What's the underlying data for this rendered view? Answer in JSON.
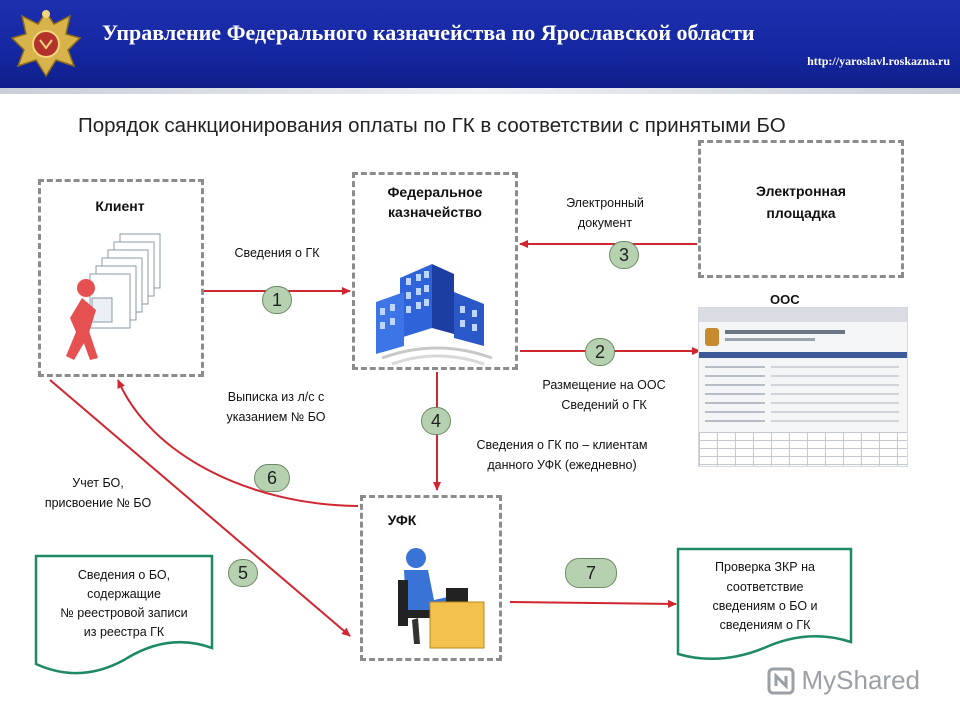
{
  "header": {
    "title": "Управление Федерального казначейства по Ярославской области",
    "url": "http://yaroslavl.roskazna.ru"
  },
  "page_title": "Порядок санкционирования оплаты по ГК в соответствии с принятыми БО",
  "nodes": {
    "client": "Клиент",
    "treasury_line1": "Федеральное",
    "treasury_line2": "казначейство",
    "platform_line1": "Электронная",
    "platform_line2": "площадка",
    "ooc": "ООС",
    "ufk": "УФК"
  },
  "labels": {
    "gk_info": "Сведения о ГК",
    "edoc_line1": "Электронный",
    "edoc_line2": "документ",
    "ooc_place_line1": "Размещение на ООС",
    "ooc_place_line2": "Сведений о ГК",
    "extract_line1": "Выписка из л/с с",
    "extract_line2": "указанием № БО",
    "daily_line1": "Сведения о ГК по – клиентам",
    "daily_line2": "данного УФК (ежедневно)",
    "bo_line1": "Учет БО,",
    "bo_line2": "присвоение № БО"
  },
  "steps": [
    "1",
    "2",
    "3",
    "4",
    "5",
    "6",
    "7"
  ],
  "notes": {
    "left_line1": "Сведения о БО,",
    "left_line2": "содержащие",
    "left_line3": "№  реестровой записи",
    "left_line4": "из реестра ГК",
    "right_line1": "Проверка ЗКР на",
    "right_line2": "соответствие",
    "right_line3": "сведениям о БО и",
    "right_line4": "сведениям о ГК"
  },
  "watermark": "MyShared",
  "colors": {
    "banner": "#1527a0",
    "arrow": "#d0262f",
    "badge": "#b5d1b0",
    "note_border": "#1e8a64",
    "box_border": "#8c8c8c",
    "building": "#2f63d9"
  }
}
